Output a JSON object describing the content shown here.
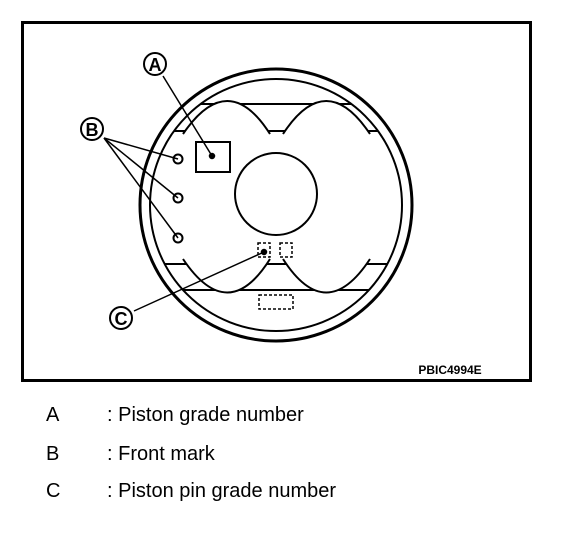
{
  "figure": {
    "code": "PBIC4994E",
    "callouts": {
      "a": "A",
      "b": "B",
      "c": "C"
    }
  },
  "legend": [
    {
      "key": "A",
      "desc": ": Piston grade number"
    },
    {
      "key": "B",
      "desc": ": Front mark"
    },
    {
      "key": "C",
      "desc": ": Piston pin grade number"
    }
  ]
}
